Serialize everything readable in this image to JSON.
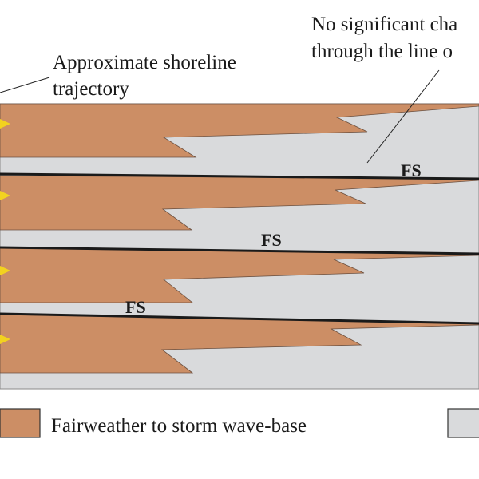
{
  "annotations": {
    "shoreline_line1": "Approximate shoreline",
    "shoreline_line2": "trajectory",
    "no_change_line1": "No significant cha",
    "no_change_line2": "through the line o"
  },
  "flooding_surfaces": {
    "label_1": "FS",
    "label_2": "FS",
    "label_3": "FS"
  },
  "legend": {
    "facies_1": {
      "label": "Fairweather to storm wave-base",
      "color": "#cc8e65"
    },
    "facies_2": {
      "label": "",
      "color": "#d9dadc"
    }
  },
  "colors": {
    "shelf_facies": "#cc8e65",
    "offshore_facies": "#d9dadc",
    "shoreline_marker": "#f2d21f",
    "surface_line": "#1a1a1a"
  }
}
